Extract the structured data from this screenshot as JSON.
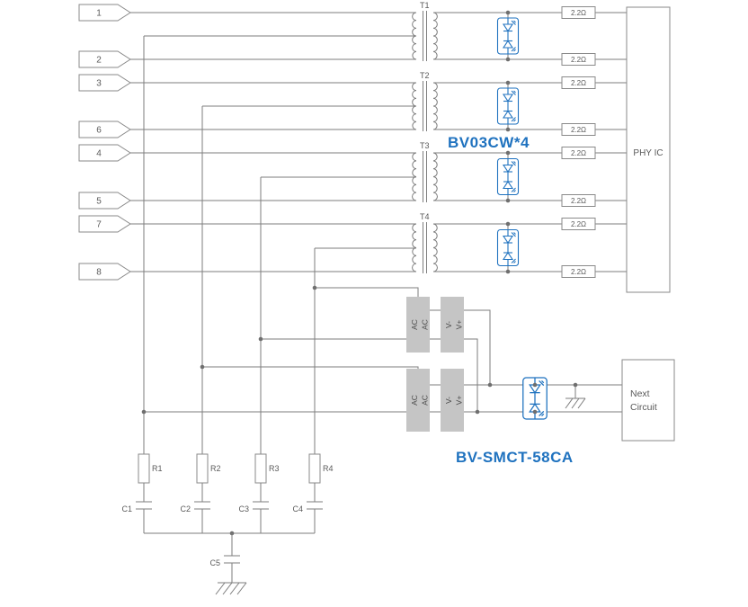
{
  "diagram": {
    "pins": [
      {
        "label": "1"
      },
      {
        "label": "2"
      },
      {
        "label": "3"
      },
      {
        "label": "6"
      },
      {
        "label": "4"
      },
      {
        "label": "5"
      },
      {
        "label": "7"
      },
      {
        "label": "8"
      }
    ],
    "transformers": [
      {
        "label": "T1"
      },
      {
        "label": "T2"
      },
      {
        "label": "T3"
      },
      {
        "label": "T4"
      }
    ],
    "series_resistor_value": "2.2Ω",
    "tvs_array_part": "BV03CW*4",
    "phy_label": "PHY IC",
    "bridge_terminals": {
      "ac": "AC",
      "v_minus": "V-",
      "v_plus": "V+"
    },
    "poe_tvs_part": "BV-SMCT-58CA",
    "next_circuit": {
      "line1": "Next",
      "line2": "Circuit"
    },
    "termination": {
      "resistors": [
        {
          "label": "R1"
        },
        {
          "label": "R2"
        },
        {
          "label": "R3"
        },
        {
          "label": "R4"
        }
      ],
      "capacitors": [
        {
          "label": "C1"
        },
        {
          "label": "C2"
        },
        {
          "label": "C3"
        },
        {
          "label": "C4"
        }
      ],
      "common_capacitor": {
        "label": "C5"
      }
    },
    "colors": {
      "wire_gray": "#7d7d7d",
      "text_gray": "#5a5a5a",
      "accent_blue": "#1f72bf",
      "bridge_box_gray": "#c5c5c5"
    }
  }
}
